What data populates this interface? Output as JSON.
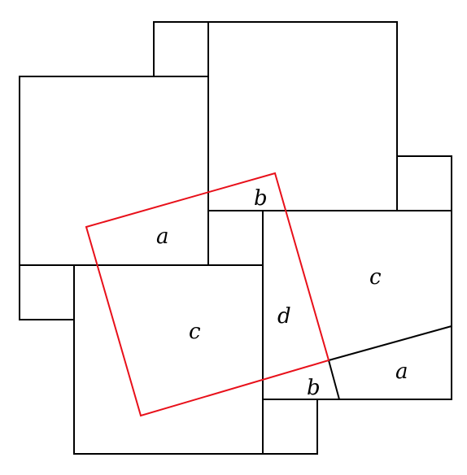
{
  "labels": {
    "a_left": "a",
    "b_top": "b",
    "c_left": "c",
    "d_center": "d",
    "c_right": "c",
    "a_right": "a",
    "b_bottom": "b"
  },
  "colors": {
    "lines": "#000000",
    "highlight_square": "#e8101a",
    "background": "#ffffff"
  }
}
